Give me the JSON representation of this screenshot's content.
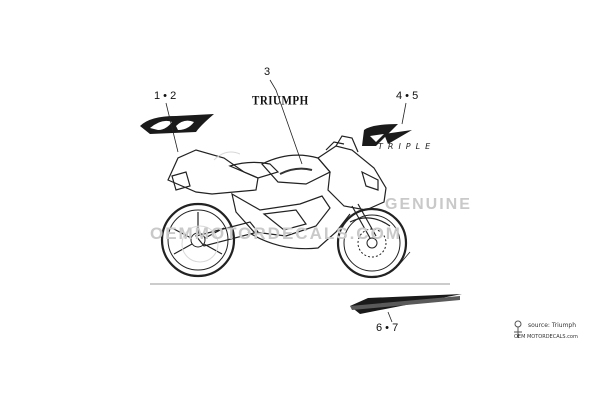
{
  "callouts": {
    "c12": "1 • 2",
    "c3": "3",
    "c45": "4 • 5",
    "c67": "6 • 7"
  },
  "decals": {
    "brand_logo_text": "TRIUMPH",
    "tank_wordmark_text": "TRIPLE"
  },
  "watermark": {
    "line1": "GENUINE",
    "line2": "OEMMOTORDECALS.COM"
  },
  "credit": {
    "source": "source: Triumph",
    "site": "OEM MOTORDECALS.com"
  },
  "colors": {
    "line": "#222222",
    "decal_fill": "#1a1a1a",
    "watermark": "#c9c9c9"
  }
}
